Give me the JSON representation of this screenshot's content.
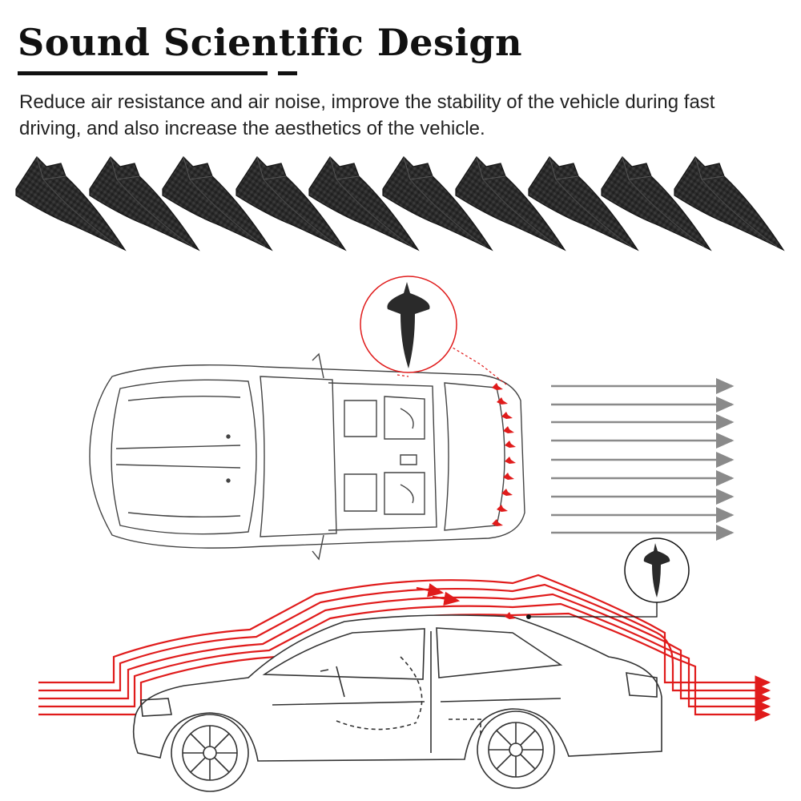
{
  "header": {
    "title": "Sound Scientific Design",
    "subtitle": "Reduce air resistance and air noise, improve the stability of the vehicle during fast driving, and also increase the aesthetics of the vehicle."
  },
  "products": {
    "fin_count": 10,
    "icon": "shark-fin-icon",
    "color": "#2a2a2a"
  },
  "diagram": {
    "top_view": {
      "icon": "car-top-view-icon",
      "fin_marker_count": 10,
      "airflow_arrow_count": 9,
      "marker_color": "#e01b1b",
      "arrow_color": "#8a8a8a"
    },
    "side_view": {
      "icon": "car-side-view-icon",
      "airflow_line_count": 5,
      "airflow_color": "#e01b1b"
    },
    "callouts": [
      {
        "icon": "shark-fin-icon",
        "ring_color": "#e01b1b"
      },
      {
        "icon": "shark-fin-icon",
        "ring_color": "#111111"
      }
    ]
  }
}
